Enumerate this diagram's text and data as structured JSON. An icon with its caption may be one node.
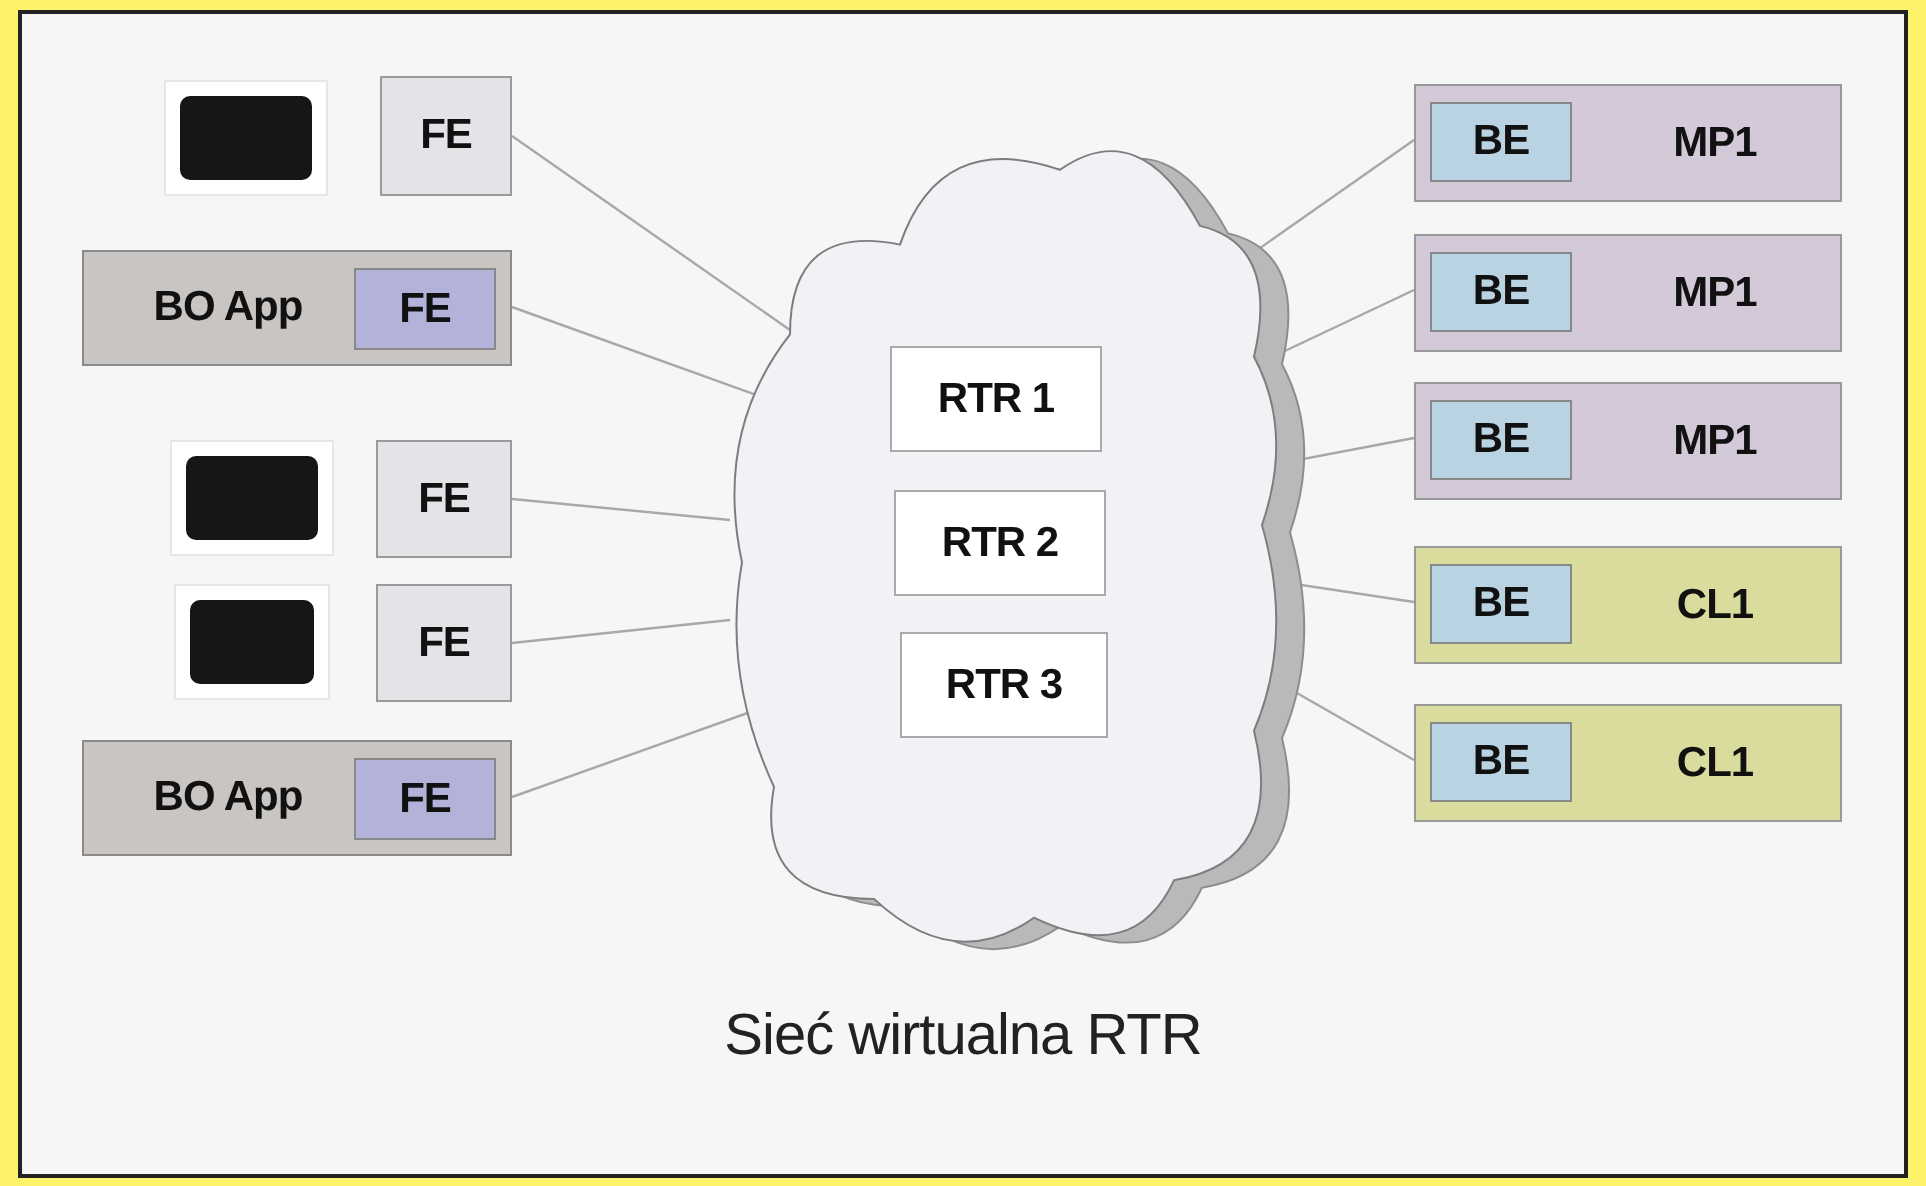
{
  "diagram": {
    "caption": "Sieć wirtualna RTR",
    "nodes": [
      {
        "text": [],
        "shape": "box"
      },
      {
        "text": [
          "FE"
        ]
      },
      {
        "text": [
          "BO App"
        ]
      },
      {
        "text": [
          "FE"
        ],
        "in": 2
      },
      {
        "text": [],
        "shape": "box"
      },
      {
        "text": [
          "FE"
        ]
      },
      {
        "text": [],
        "shape": "box"
      },
      {
        "text": [
          "FE"
        ]
      },
      {
        "text": [
          "BO App"
        ]
      },
      {
        "text": [
          "FE"
        ],
        "in": 8
      },
      {
        "text": [],
        "shape": "cloud"
      },
      {
        "text": [
          "RTR 1"
        ],
        "in": 10
      },
      {
        "text": [
          "RTR 2"
        ],
        "in": 10
      },
      {
        "text": [
          "RTR 3"
        ],
        "in": 10
      },
      {
        "text": [
          "MP1"
        ]
      },
      {
        "text": [
          "BE"
        ],
        "in": 14
      },
      {
        "text": [
          "MP1"
        ]
      },
      {
        "text": [
          "BE"
        ],
        "in": 16
      },
      {
        "text": [
          "MP1"
        ]
      },
      {
        "text": [
          "BE"
        ],
        "in": 18
      },
      {
        "text": [
          "CL1"
        ]
      },
      {
        "text": [
          "BE"
        ],
        "in": 20
      },
      {
        "text": [
          "CL1"
        ]
      },
      {
        "text": [
          "BE"
        ],
        "in": 22
      }
    ],
    "edges": [
      {
        "from": 1,
        "to": 10,
        "arrow": "none"
      },
      {
        "from": 3,
        "to": 10,
        "arrow": "none"
      },
      {
        "from": 5,
        "to": 10,
        "arrow": "none"
      },
      {
        "from": 7,
        "to": 10,
        "arrow": "none"
      },
      {
        "from": 9,
        "to": 10,
        "arrow": "none"
      },
      {
        "from": 10,
        "to": 15,
        "arrow": "none"
      },
      {
        "from": 10,
        "to": 17,
        "arrow": "none"
      },
      {
        "from": 10,
        "to": 19,
        "arrow": "none"
      },
      {
        "from": 10,
        "to": 21,
        "arrow": "none"
      },
      {
        "from": 10,
        "to": 23,
        "arrow": "none"
      }
    ]
  }
}
